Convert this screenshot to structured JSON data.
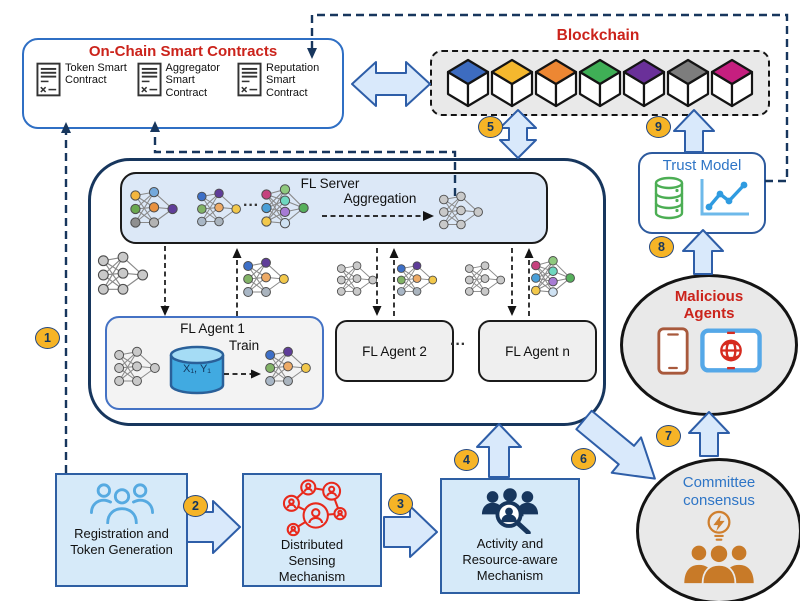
{
  "colors": {
    "red_title": "#cb231b",
    "blue_text": "#2e75c6",
    "navy": "#17365d",
    "arrow_fill": "#d9e9fb",
    "arrow_stroke": "#2e5ea8",
    "pipeline_box_fill": "#d6eaf9",
    "badge_fill": "#f6b426"
  },
  "smart_contracts": {
    "title": "On-Chain Smart Contracts",
    "items": [
      {
        "label": "Token Smart Contract",
        "icon": "contract-document-icon"
      },
      {
        "label": "Aggregator Smart Contract",
        "icon": "contract-document-icon"
      },
      {
        "label": "Reputation Smart Contract",
        "icon": "contract-document-icon"
      }
    ]
  },
  "blockchain": {
    "title": "Blockchain",
    "cube_colors": [
      "#3d6cc0",
      "#f5b82e",
      "#ed8733",
      "#3faf56",
      "#6a3099",
      "#7d7d7d",
      "#c51f7f"
    ]
  },
  "fl": {
    "server": {
      "title": "FL Server",
      "aggregation": "Aggregation",
      "dots": "···"
    },
    "agent1": {
      "title": "FL Agent 1",
      "dataset": "X₁, Y₁",
      "train": "Train"
    },
    "agent2": {
      "title": "FL Agent 2"
    },
    "agent_n": {
      "title": "FL Agent n"
    },
    "dots": "···"
  },
  "trust_model": {
    "title": "Trust Model"
  },
  "malicious": {
    "title": "Malicious Agents"
  },
  "committee": {
    "title": "Committee consensus"
  },
  "pipeline": {
    "registration": {
      "label": "Registration and Token Generation"
    },
    "sensing": {
      "label": "Distributed Sensing Mechanism"
    },
    "activity": {
      "label": "Activity and Resource-aware Mechanism"
    }
  },
  "steps": [
    "1",
    "2",
    "3",
    "4",
    "5",
    "6",
    "7",
    "8",
    "9"
  ]
}
